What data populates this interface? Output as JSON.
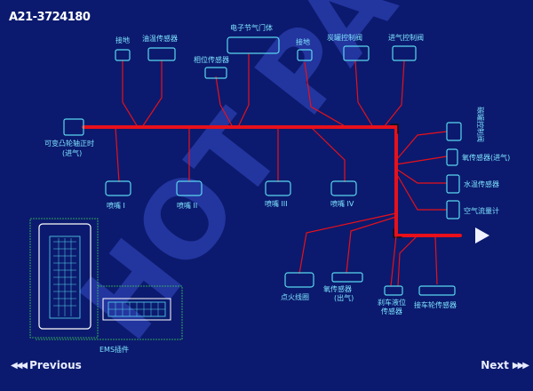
{
  "part_number": "A21-3724180",
  "watermark": "HOT PARTS",
  "nav": {
    "prev_label": "Previous",
    "next_label": "Next"
  },
  "labels": {
    "ground_1": "接地",
    "oil_temp": "油温传感器",
    "throttle": "电子节气门体",
    "ground_2": "接地",
    "purge_valve": "炭罐控制阀",
    "intake_valve": "进气控制阀",
    "phase_sensor": "相位传感器",
    "vvt_line1": "可变凸轮轴正时",
    "vvt_line2": "(进气)",
    "injector_1": "喷嘴 I",
    "injector_2": "喷嘴 II",
    "injector_3": "喷嘴 III",
    "injector_4": "喷嘴 IV",
    "knock_valve": "碳罐控制阀",
    "o2_intake": "氧传感器(进气)",
    "coolant_temp": "水温传感器",
    "air_flow": "空气流量计",
    "ignition_coil": "点火线圈",
    "o2_exhaust_line1": "氧传感器",
    "o2_exhaust_line2": "(出气)",
    "brake_line1": "刹车液位",
    "brake_line2": "传感器",
    "wheel_speed": "接车轮传感器",
    "ems": "EMS插件"
  },
  "colors": {
    "background": "#0b1a6e",
    "harness_red": "#e8101a",
    "connector_cyan": "#5ad8f0",
    "label_cyan": "#7fe3ff",
    "ecu_green": "#3ccc55",
    "watermark": "#2b3fb0"
  }
}
